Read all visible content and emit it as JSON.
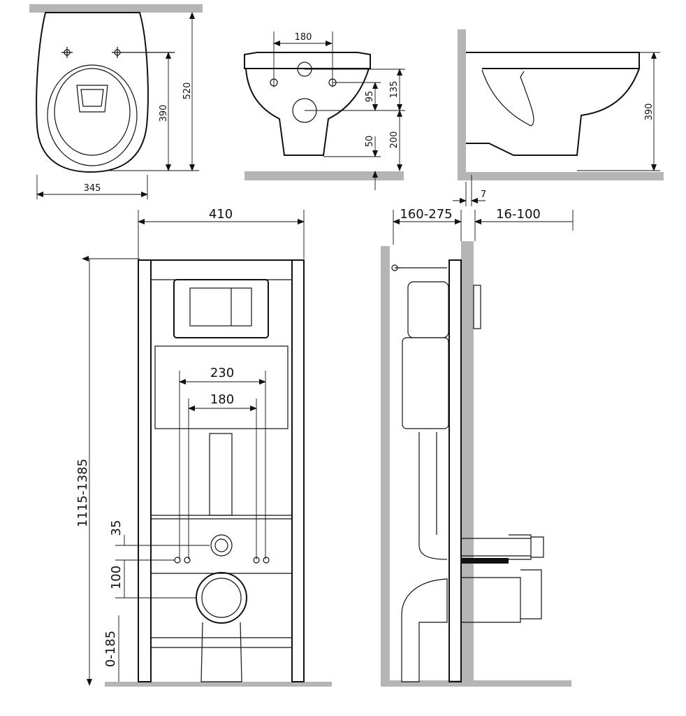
{
  "title": "Wall-hung toilet with installation frame - dimension drawing",
  "top_view": {
    "depth": "520",
    "seat_length": "390",
    "width": "345"
  },
  "front_view": {
    "bolt_spacing": "180",
    "inlet_offset": "135",
    "bolt_offset": "95",
    "outlet_height": "200",
    "bottom_clearance": "50"
  },
  "side_view": {
    "height": "390",
    "gap": "7"
  },
  "frame_front": {
    "frame_width": "410",
    "flush_plate_mount": "230",
    "bolt_spacing": "180",
    "frame_height": "1115-1385",
    "bolt_spacing_vertical": "35",
    "outlet_spacing": "100",
    "foot_adjust": "0-185"
  },
  "frame_side": {
    "depth_range": "160-275",
    "wall_range": "16-100"
  }
}
